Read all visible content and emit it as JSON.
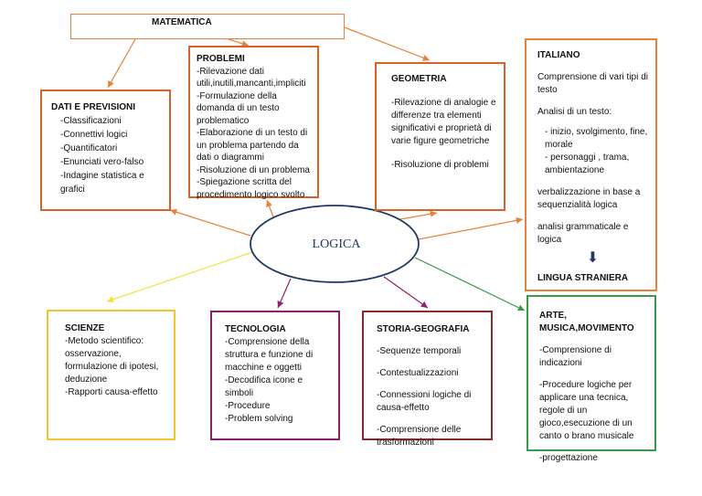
{
  "center": {
    "label": "LOGICA"
  },
  "matematica": {
    "title": "MATEMATICA"
  },
  "problemi": {
    "title": "PROBLEMI",
    "items": [
      "-Rilevazione dati utili,inutili,mancanti,impliciti",
      "-Formulazione della domanda di un testo problematico",
      "-Elaborazione di un  testo di un problema partendo da dati o diagrammi",
      "-Risoluzione di un problema",
      "-Spiegazione scritta del procedimento logico svolto"
    ]
  },
  "dati": {
    "title": "DATI E PREVISIONI",
    "items": [
      "-Classificazioni",
      "-Connettivi logici",
      "-Quantificatori",
      "-Enunciati vero-falso",
      "-Indagine statistica e grafici"
    ]
  },
  "geometria": {
    "title": "GEOMETRIA",
    "paragraphs": [
      "-Rilevazione di analogie e differenze tra elementi significativi e proprietà di varie figure geometriche",
      "-Risoluzione di problemi"
    ]
  },
  "italiano": {
    "title": "ITALIANO",
    "p1": "Comprensione  di  vari  tipi  di testo",
    "p2": "Analisi di un testo:",
    "sub1": "- inizio, svolgimento, fine, morale",
    "sub2": "- personaggi , trama, ambientazione",
    "p3": "verbalizzazione in base a sequenzialità logica",
    "p4": "analisi grammaticale e logica",
    "arrow": "⬇",
    "subtitle": "LINGUA STRANIERA"
  },
  "scienze": {
    "title": "SCIENZE",
    "items": [
      "-Metodo scientifico: osservazione, formulazione di ipotesi, deduzione",
      "-Rapporti causa-effetto"
    ]
  },
  "tecnologia": {
    "title": "TECNOLOGIA",
    "items": [
      "-Comprensione della struttura e funzione di macchine e oggetti",
      "-Decodifica icone e simboli",
      "-Procedure",
      "-Problem solving"
    ]
  },
  "storia": {
    "title": "STORIA-GEOGRAFIA",
    "paragraphs": [
      "-Sequenze temporali",
      "-Contestualizzazioni",
      "-Connessioni logiche di causa-effetto",
      "-Comprensione delle trasformazioni"
    ]
  },
  "arte": {
    "title": "ARTE, MUSICA,MOVIMENTO",
    "paragraphs": [
      "-Comprensione di indicazioni",
      "-Procedure logiche per applicare una tecnica, regole di un gioco,esecuzione di un canto o brano musicale",
      "-progettazione"
    ]
  },
  "colors": {
    "orange": "#e8823a",
    "dark_orange": "#d9622b",
    "yellow": "#f5f03c",
    "purple": "#8e1f6e",
    "green": "#3a9a4a",
    "ellipse": "#1f3864"
  }
}
